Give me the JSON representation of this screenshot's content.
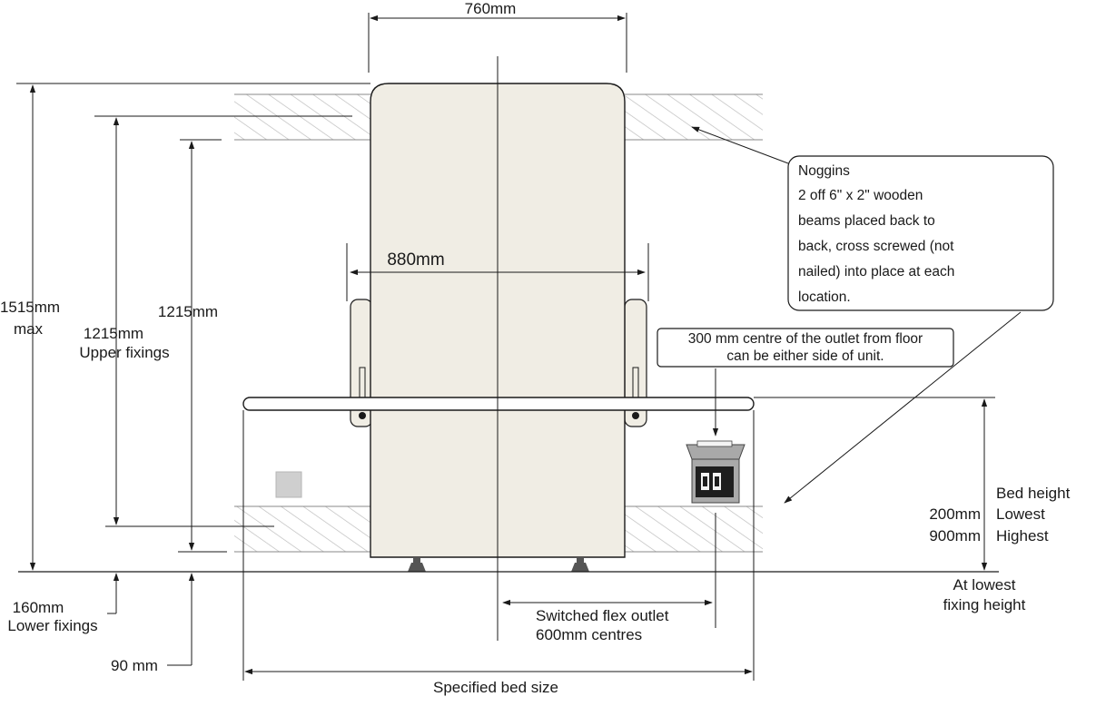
{
  "labels": {
    "top_width": "760mm",
    "max_height": "1515mm",
    "max_height_suffix": "max",
    "upper_fixings_value": "1215mm",
    "upper_fixings_caption": "Upper fixings",
    "inner_height": "1215mm",
    "rail_width": "880mm",
    "lower_fixings_value": "160mm",
    "lower_fixings_caption": "Lower fixings",
    "floor_offset": "90 mm",
    "outlet_label_line1": "Switched flex outlet",
    "outlet_label_line2": "600mm centres",
    "bed_size": "Specified bed size",
    "bed_height_title": "Bed height",
    "bed_low_value": "200mm",
    "bed_low_caption": "Lowest",
    "bed_high_value": "900mm",
    "bed_high_caption": "Highest",
    "lowest_fixing_line1": "At lowest",
    "lowest_fixing_line2": "fixing height"
  },
  "callouts": {
    "noggins": [
      "Noggins",
      "2 off 6\" x 2\" wooden",
      "beams placed back to",
      "back, cross screwed (not",
      "nailed) into place at each",
      "location."
    ],
    "outlet_position": [
      "300 mm centre of the outlet from floor",
      "can be either side of unit."
    ]
  },
  "colors": {
    "panel_fill": "#f0ede4",
    "hatch": "#bdbdbd",
    "socket_gray": "#a9a9a9",
    "swatch_gray": "#cfcfcf"
  },
  "icons": {
    "outlet": "switched-flex-outlet-icon",
    "foot": "leveling-foot-icon"
  }
}
